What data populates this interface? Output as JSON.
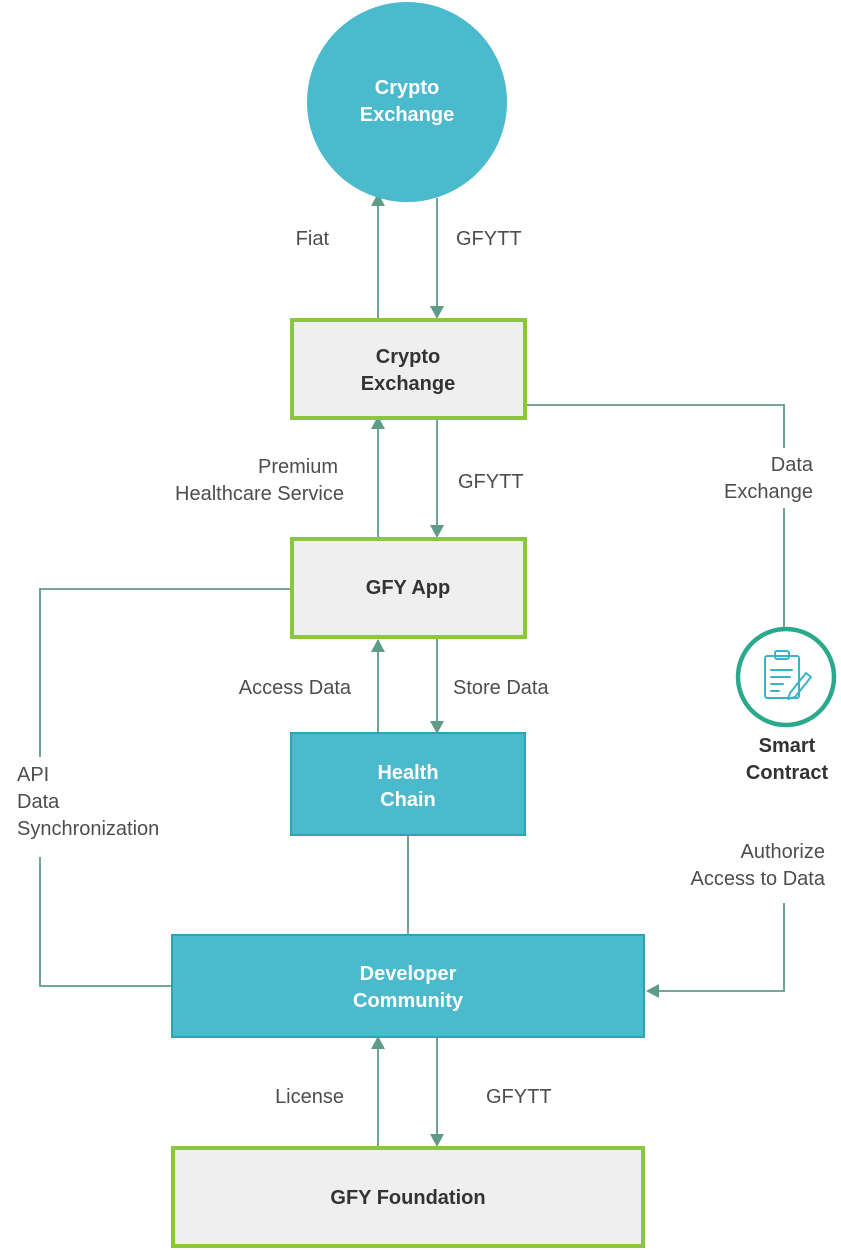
{
  "nodes": {
    "top_exchange": {
      "line1": "Crypto",
      "line2": "Exchange"
    },
    "exchange": {
      "line1": "Crypto",
      "line2": "Exchange"
    },
    "app": {
      "line1": "GFY App"
    },
    "health_chain": {
      "line1": "Health",
      "line2": "Chain"
    },
    "developer": {
      "line1": "Developer",
      "line2": "Community"
    },
    "foundation": {
      "line1": "GFY Foundation"
    },
    "smart_contract": {
      "line1": "Smart",
      "line2": "Contract",
      "icon": "clipboard-pen-icon"
    }
  },
  "edges": {
    "fiat": "Fiat",
    "gfytt_top": "GFYTT",
    "premium_1": "Premium",
    "premium_2": "Healthcare Service",
    "gfytt_mid": "GFYTT",
    "data_exchange_1": "Data",
    "data_exchange_2": "Exchange",
    "access_data": "Access Data",
    "store_data": "Store Data",
    "api_1": "API",
    "api_2": "Data",
    "api_3": "Synchronization",
    "authorize_1": "Authorize",
    "authorize_2": "Access to Data",
    "license": "License",
    "gfytt_bottom": "GFYTT"
  },
  "colors": {
    "teal": "#4bbacd",
    "teal_border": "#2ca3b8",
    "green_border": "#8cc63f",
    "grey_fill": "#efefef",
    "line": "#5e9c86",
    "contract_ring": "#2aa98c",
    "icon": "#39b3c8"
  }
}
